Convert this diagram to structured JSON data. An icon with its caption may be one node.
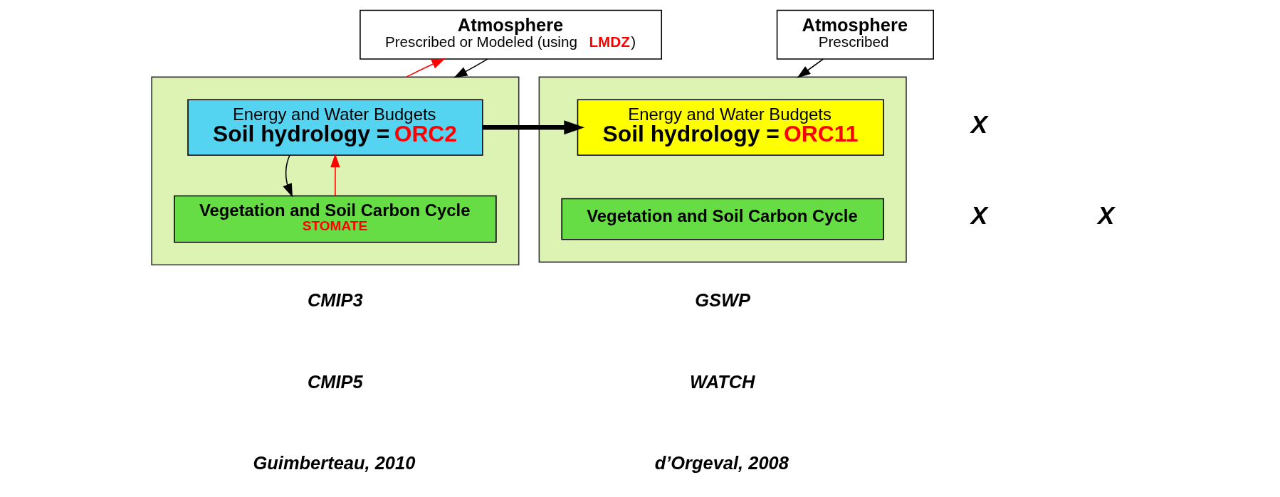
{
  "diagram": {
    "nodes": [
      {
        "text": [
          "Atmosphere",
          "Prescribed or Modeled (using **LMDZ**)"
        ]
      },
      {
        "text": [],
        "shape": "box"
      },
      {
        "text": [
          "Energy and Water Budgets",
          "Soil hydrology = **ORC2**"
        ],
        "in": 1
      },
      {
        "text": [
          "Vegetation and Soil Carbon Cycle",
          "STOMATE"
        ],
        "in": 1
      },
      {
        "text": [
          "Atmosphere",
          "Prescribed"
        ]
      },
      {
        "text": [],
        "shape": "box"
      },
      {
        "text": [
          "Energy and Water Budgets",
          "Soil hydrology = **ORC11**"
        ],
        "in": 5
      },
      {
        "text": [
          "Vegetation and Soil Carbon Cycle"
        ],
        "in": 5
      }
    ],
    "edges": [
      {
        "from": 0,
        "to": 1,
        "arrow": "to"
      },
      {
        "from": 1,
        "to": 0,
        "arrow": "to",
        "color": "#ff0000"
      },
      {
        "from": 2,
        "to": 3,
        "arrow": "to"
      },
      {
        "from": 3,
        "to": 2,
        "arrow": "to",
        "color": "#ff0000"
      },
      {
        "from": 4,
        "to": 5,
        "arrow": "to"
      },
      {
        "from": 2,
        "to": 6,
        "arrow": "to",
        "style": "thick"
      }
    ],
    "labels": [
      "X",
      "X",
      "X",
      "CMIP3",
      "CMIP5",
      "Guimberteau, 2010",
      "GSWP",
      "WATCH",
      "d’Orgeval, 2008"
    ]
  }
}
